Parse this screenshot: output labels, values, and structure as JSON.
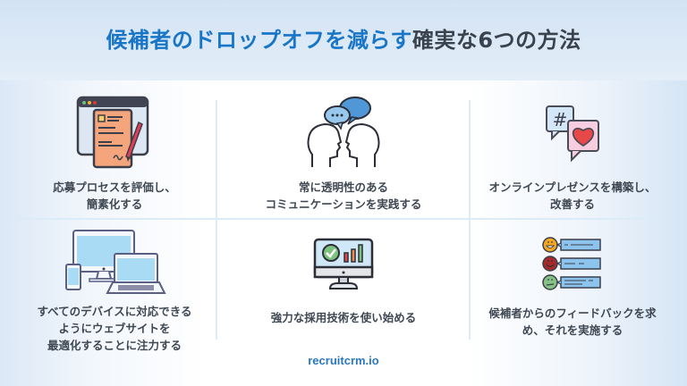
{
  "header": {
    "title_highlight": "候補者のドロップオフを減らす",
    "title_rest": "確実な6つの方法",
    "highlight_color": "#1976c7",
    "rest_color": "#39424d"
  },
  "tips": [
    {
      "icon": "application-form-icon",
      "lines": [
        "応募プロセスを評価し、",
        "簡素化する"
      ]
    },
    {
      "icon": "conversation-heads-icon",
      "lines": [
        "常に透明性のある",
        "コミュニケーションを実践する"
      ]
    },
    {
      "icon": "social-media-icon",
      "lines": [
        "オンラインプレゼンスを構築し、",
        "改善する"
      ]
    },
    {
      "icon": "responsive-devices-icon",
      "lines": [
        "すべてのデバイスに対応できる",
        "ようにウェブサイトを",
        "最適化することに注力する"
      ]
    },
    {
      "icon": "analytics-monitor-icon",
      "lines": [
        "強力な採用技術を使い始める"
      ]
    },
    {
      "icon": "feedback-faces-icon",
      "lines": [
        "候補者からのフィードバックを求",
        "め、それを実施する"
      ]
    }
  ],
  "footer": {
    "brand": "recruitcrm.io"
  }
}
